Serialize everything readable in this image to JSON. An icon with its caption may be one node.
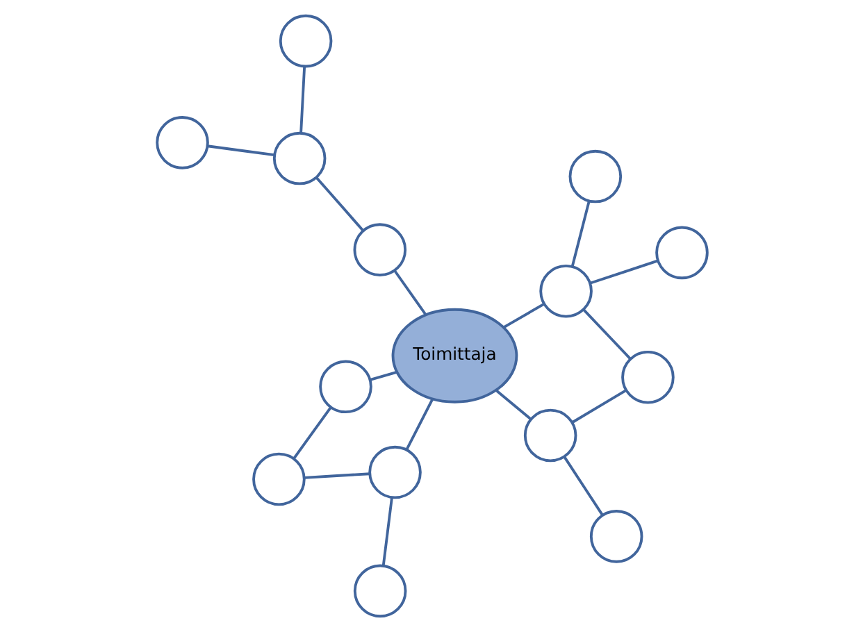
{
  "diagram": {
    "nodes": [
      {
        "text": [
          "Toimittaja"
        ]
      },
      {
        "text": [],
        "shape": "circle"
      },
      {
        "text": [],
        "shape": "circle"
      },
      {
        "text": [],
        "shape": "circle"
      },
      {
        "text": [],
        "shape": "circle"
      },
      {
        "text": [],
        "shape": "circle"
      },
      {
        "text": [],
        "shape": "circle"
      },
      {
        "text": [],
        "shape": "circle"
      },
      {
        "text": [],
        "shape": "circle"
      },
      {
        "text": [],
        "shape": "circle"
      },
      {
        "text": [],
        "shape": "circle"
      },
      {
        "text": [],
        "shape": "circle"
      },
      {
        "text": [],
        "shape": "circle"
      },
      {
        "text": [],
        "shape": "circle"
      },
      {
        "text": [],
        "shape": "circle"
      }
    ],
    "edges": [
      {
        "from": 0,
        "to": 2,
        "arrow": "none"
      },
      {
        "from": 0,
        "to": 6,
        "arrow": "none"
      },
      {
        "from": 0,
        "to": 12,
        "arrow": "none"
      },
      {
        "from": 0,
        "to": 4,
        "arrow": "none"
      },
      {
        "from": 0,
        "to": 9,
        "arrow": "none"
      },
      {
        "from": 2,
        "to": 3,
        "arrow": "none"
      },
      {
        "from": 3,
        "to": 6,
        "arrow": "none"
      },
      {
        "from": 6,
        "to": 8,
        "arrow": "none"
      },
      {
        "from": 12,
        "to": 11,
        "arrow": "none"
      },
      {
        "from": 11,
        "to": 10,
        "arrow": "none"
      },
      {
        "from": 11,
        "to": 14,
        "arrow": "none"
      },
      {
        "from": 4,
        "to": 1,
        "arrow": "none"
      },
      {
        "from": 4,
        "to": 5,
        "arrow": "none"
      },
      {
        "from": 4,
        "to": 7,
        "arrow": "none"
      },
      {
        "from": 9,
        "to": 7,
        "arrow": "none"
      },
      {
        "from": 9,
        "to": 13,
        "arrow": "none"
      }
    ]
  }
}
